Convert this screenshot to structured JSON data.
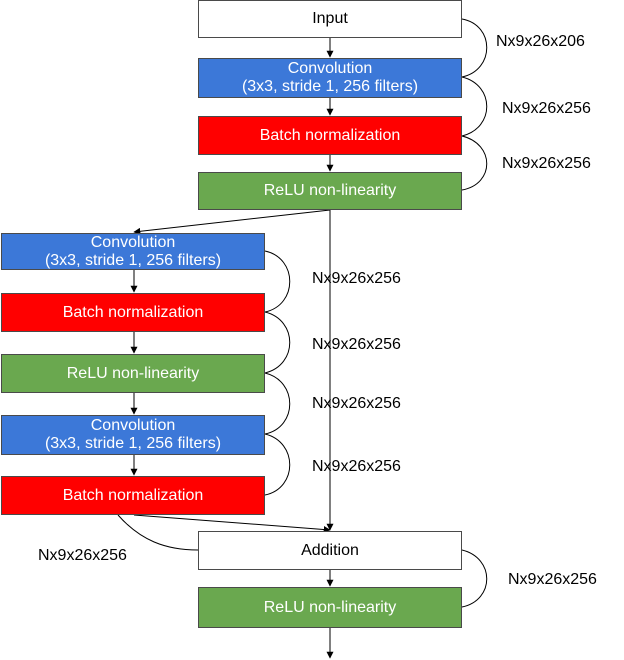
{
  "colors": {
    "input_fill": "#ffffff",
    "convolution_fill": "#3c78d8",
    "batch_norm_fill": "#ff0000",
    "relu_fill": "#6aa84f",
    "border": "#4a4a4a",
    "arrow": "#000000"
  },
  "blocks": {
    "input": "Input",
    "conv1_line1": "Convolution",
    "conv1_line2": "(3x3, stride 1, 256 filters)",
    "bn1": "Batch normalization",
    "relu1": "ReLU non-linearity",
    "conv2_line1": "Convolution",
    "conv2_line2": "(3x3, stride 1, 256 filters)",
    "bn2": "Batch normalization",
    "relu2": "ReLU non-linearity",
    "conv3_line1": "Convolution",
    "conv3_line2": "(3x3, stride 1, 256 filters)",
    "bn3": "Batch normalization",
    "addition": "Addition",
    "relu3": "ReLU non-linearity"
  },
  "shapes": {
    "input_to_conv1": "Nx9x26x206",
    "conv1_to_bn1": "Nx9x26x256",
    "bn1_to_relu1": "Nx9x26x256",
    "skip_connection": "Nx9x26x256",
    "conv2_to_bn2": "Nx9x26x256",
    "bn2_to_relu2": "Nx9x26x256",
    "relu2_to_conv3": "Nx9x26x256",
    "bn3_to_addition": "Nx9x26x256",
    "addition_to_relu3": "Nx9x26x256"
  }
}
